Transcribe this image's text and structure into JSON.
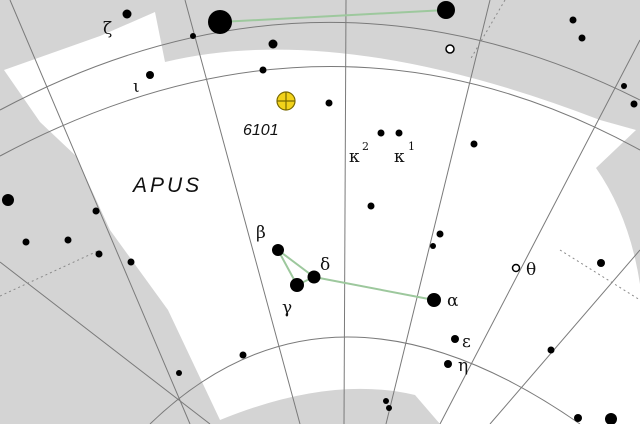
{
  "constellation": {
    "name": "APUS"
  },
  "deep_sky_object": {
    "label": "6101"
  },
  "star_labels": {
    "zeta": "ζ",
    "iota": "ι",
    "kappa2": "κ",
    "kappa2_sup": "2",
    "kappa1": "κ",
    "kappa1_sup": "1",
    "beta": "β",
    "delta": "δ",
    "gamma": "γ",
    "alpha": "α",
    "theta": "θ",
    "epsilon": "ε",
    "eta": "η"
  },
  "colors": {
    "background": "#d4d4d4",
    "constellation_fill": "#ffffff",
    "grid_lines": "#7a7a7a",
    "constellation_lines": "#9dc89d",
    "stars": "#000000",
    "cluster_marker": "#f2d21a"
  }
}
